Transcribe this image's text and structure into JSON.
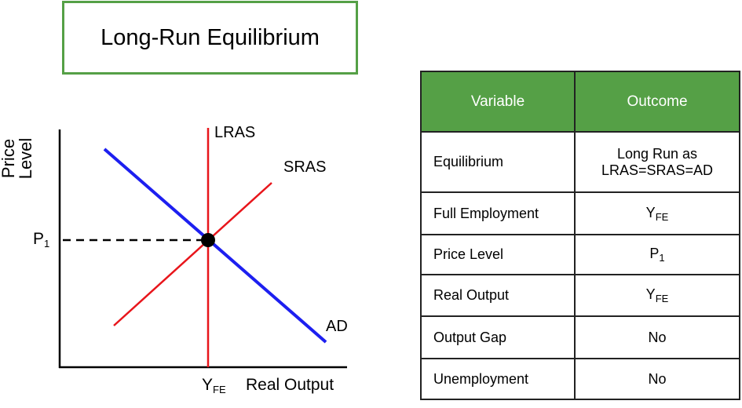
{
  "title": "Long-Run Equilibrium",
  "diagram": {
    "y_axis_label_line1": "Price",
    "y_axis_label_line2": "Level",
    "x_axis_label": "Real Output",
    "price_label": "P",
    "price_sub": "1",
    "output_label": "Y",
    "output_sub": "FE",
    "curves": {
      "lras": "LRAS",
      "sras": "SRAS",
      "ad": "AD"
    },
    "colors": {
      "supply": "#e8151b",
      "demand": "#1d1ff0",
      "accent": "#55a046"
    }
  },
  "table": {
    "headers": [
      "Variable",
      "Outcome"
    ],
    "rows": [
      {
        "variable": "Equilibrium",
        "outcome": "Long Run as",
        "outcome2": "LRAS=SRAS=AD"
      },
      {
        "variable": "Full Employment",
        "outcome": "Y",
        "sub": "FE"
      },
      {
        "variable": "Price Level",
        "outcome": "P",
        "sub": "1"
      },
      {
        "variable": "Real Output",
        "outcome": "Y",
        "sub": "FE"
      },
      {
        "variable": "Output Gap",
        "outcome": "No"
      },
      {
        "variable": "Unemployment",
        "outcome": "No"
      }
    ]
  }
}
